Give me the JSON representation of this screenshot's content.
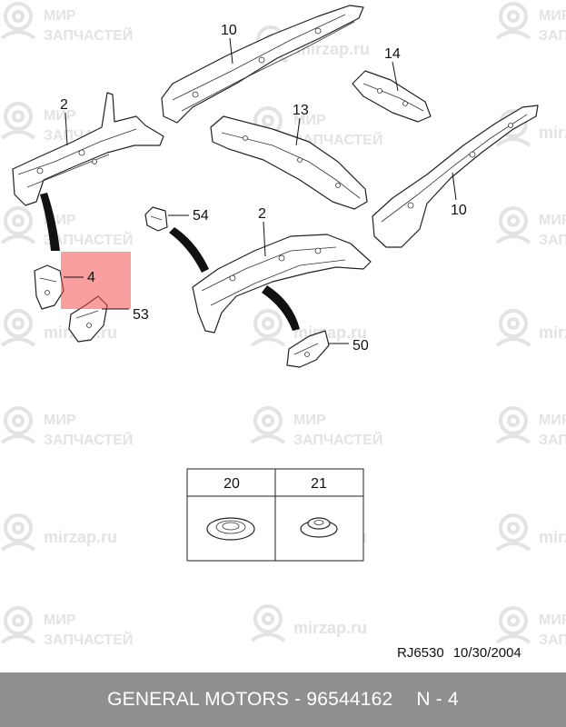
{
  "watermark": {
    "line1": "МИР",
    "line2": "ЗАПЧАСТЕЙ",
    "site": "mirzap.ru"
  },
  "callouts": {
    "part_10_top": "10",
    "part_14": "14",
    "part_2_left": "2",
    "part_13": "13",
    "part_54": "54",
    "part_2_center": "2",
    "part_10_right": "10",
    "part_4": "4",
    "part_53": "53",
    "part_50": "50"
  },
  "inset_table": {
    "headers": [
      "20",
      "21"
    ]
  },
  "reference": {
    "code": "RJ6530",
    "date": "10/30/2004"
  },
  "footer": {
    "title": "GENERAL MOTORS - 96544162",
    "page": "N - 4"
  },
  "colors": {
    "highlight": "#f45050",
    "footer_bg": "#8f8f8f",
    "watermark": "#e3e3e3"
  }
}
